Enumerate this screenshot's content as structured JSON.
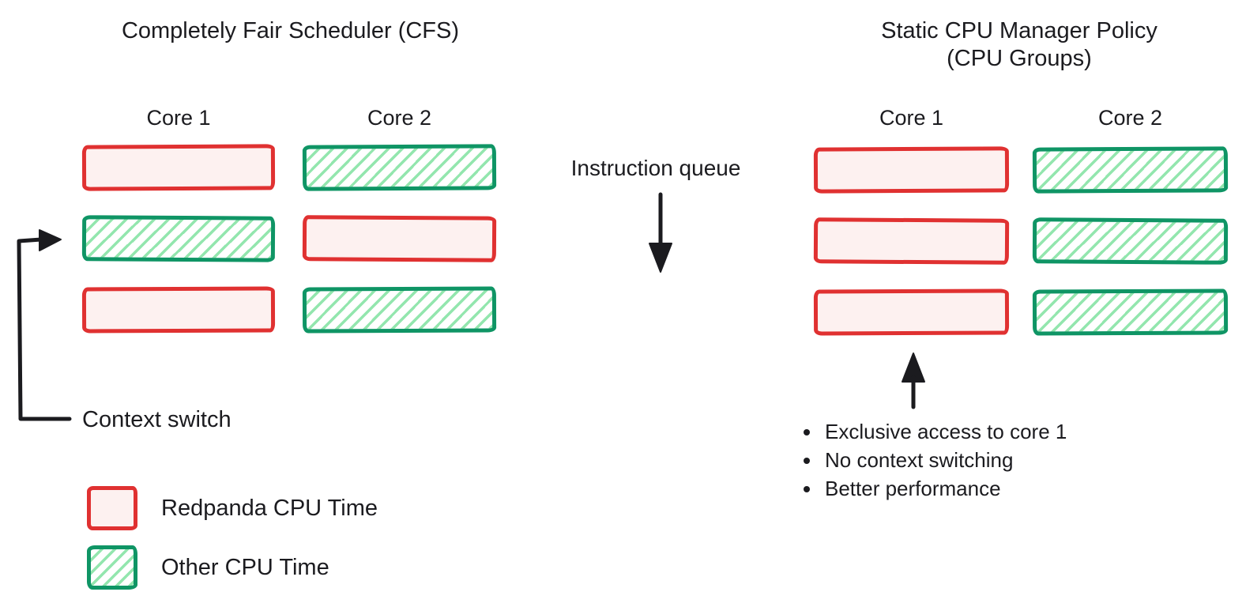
{
  "diagram": {
    "left": {
      "title": "Completely Fair Scheduler (CFS)",
      "core1_label": "Core 1",
      "core2_label": "Core 2",
      "core1_slots": [
        "redpanda",
        "other",
        "redpanda"
      ],
      "core2_slots": [
        "other",
        "redpanda",
        "other"
      ],
      "context_switch_label": "Context switch"
    },
    "middle": {
      "instruction_queue_label": "Instruction queue"
    },
    "right": {
      "title_line1": "Static CPU Manager Policy",
      "title_line2": "(CPU Groups)",
      "core1_label": "Core 1",
      "core2_label": "Core 2",
      "core1_slots": [
        "redpanda",
        "redpanda",
        "redpanda"
      ],
      "core2_slots": [
        "other",
        "other",
        "other"
      ],
      "bullets": [
        "Exclusive access to core 1",
        "No context switching",
        "Better performance"
      ]
    },
    "legend": [
      {
        "type": "redpanda",
        "label": "Redpanda CPU Time"
      },
      {
        "type": "other",
        "label": "Other CPU Time"
      }
    ],
    "colors": {
      "redpanda_stroke": "#e03131",
      "redpanda_fill": "#fdf1f0",
      "other_stroke": "#0f9565",
      "other_hatch": "#93e6ae",
      "arrow": "#1b1b1f",
      "text": "#1b1b1f"
    }
  }
}
